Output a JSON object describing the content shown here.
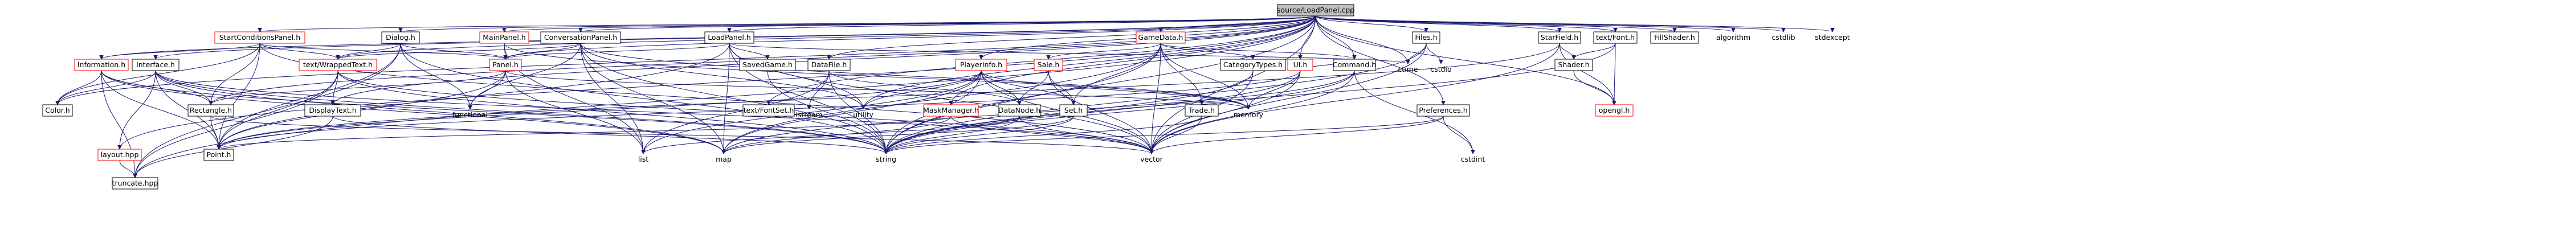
{
  "title": "source/LoadPanel.cpp",
  "colors": {
    "edge": "#191970",
    "root_fill": "#bfbfbf",
    "highlight_border": "#ff0000",
    "node_border": "#000000"
  },
  "nodes": {
    "root": "source/LoadPanel.cpp",
    "start_conditions": "StartConditionsPanel.h",
    "dialog": "Dialog.h",
    "main_panel": "MainPanel.h",
    "conversation_panel": "ConversationPanel.h",
    "load_panel": "LoadPanel.h",
    "game_data": "GameData.h",
    "files": "Files.h",
    "starfield": "StarField.h",
    "text_font": "text/Font.h",
    "fill_shader": "FillShader.h",
    "algorithm": "algorithm",
    "cstdlib": "cstdlib",
    "stdexcept": "stdexcept",
    "information": "Information.h",
    "interface": "Interface.h",
    "wrapped_text": "text/WrappedText.h",
    "panel": "Panel.h",
    "saved_game": "SavedGame.h",
    "data_file": "DataFile.h",
    "player_info": "PlayerInfo.h",
    "sale": "Sale.h",
    "category_types": "CategoryTypes.h",
    "ui": "UI.h",
    "command": "Command.h",
    "ctime": "ctime",
    "cstdio": "cstdio",
    "shader": "Shader.h",
    "opengl": "opengl.h",
    "color": "Color.h",
    "rectangle": "Rectangle.h",
    "display_text": "DisplayText.h",
    "functional": "functional",
    "font_set": "text/FontSet.h",
    "utility": "utility",
    "istream": "istream",
    "mask_manager": "MaskManager.h",
    "data_node": "DataNode.h",
    "set": "Set.h",
    "trade": "Trade.h",
    "memory": "memory",
    "preferences": "Preferences.h",
    "layout": "layout.hpp",
    "point": "Point.h",
    "list": "list",
    "map": "map",
    "string": "string",
    "vector": "vector",
    "cstdint": "cstdint",
    "truncate": "truncate.hpp"
  }
}
